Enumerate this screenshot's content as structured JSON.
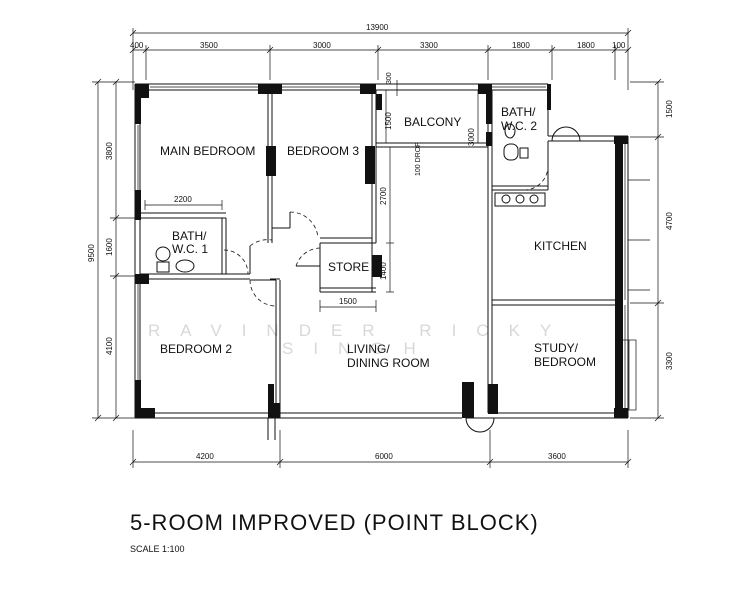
{
  "plan": {
    "title": "5-ROOM IMPROVED (POINT BLOCK)",
    "scale": "SCALE 1:100",
    "watermark_line1": "RAVINDER RICKY",
    "watermark_line2": "SINGH",
    "rooms": {
      "main_bedroom": "MAIN BEDROOM",
      "bedroom_3": "BEDROOM 3",
      "balcony": "BALCONY",
      "bath_wc2_line1": "BATH/",
      "bath_wc2_line2": "W.C. 2",
      "bath_wc1_line1": "BATH/",
      "bath_wc1_line2": "W.C. 1",
      "store": "STORE",
      "kitchen": "KITCHEN",
      "bedroom_2": "BEDROOM 2",
      "living_line1": "LIVING/",
      "living_line2": "DINING ROOM",
      "study_line1": "STUDY/",
      "study_line2": "BEDROOM"
    },
    "dimensions": {
      "overall_width": "13900",
      "top": [
        "400",
        "3500",
        "3000",
        "3300",
        "1800",
        "1800",
        "100"
      ],
      "bottom": [
        "4200",
        "6000",
        "3600"
      ],
      "overall_height": "9500",
      "left": [
        "3800",
        "1600",
        "4100"
      ],
      "right": [
        "1500",
        "4700",
        "3300"
      ],
      "inner": {
        "bath1_width": "2200",
        "store_width": "1500",
        "balcony_depth": "1500",
        "balcony_right": "3000",
        "store_height": "1400",
        "store_left": "2700",
        "top_300": "300"
      },
      "drop_label_1": "100 DROP",
      "drop_label_2": "100 DROP"
    }
  }
}
